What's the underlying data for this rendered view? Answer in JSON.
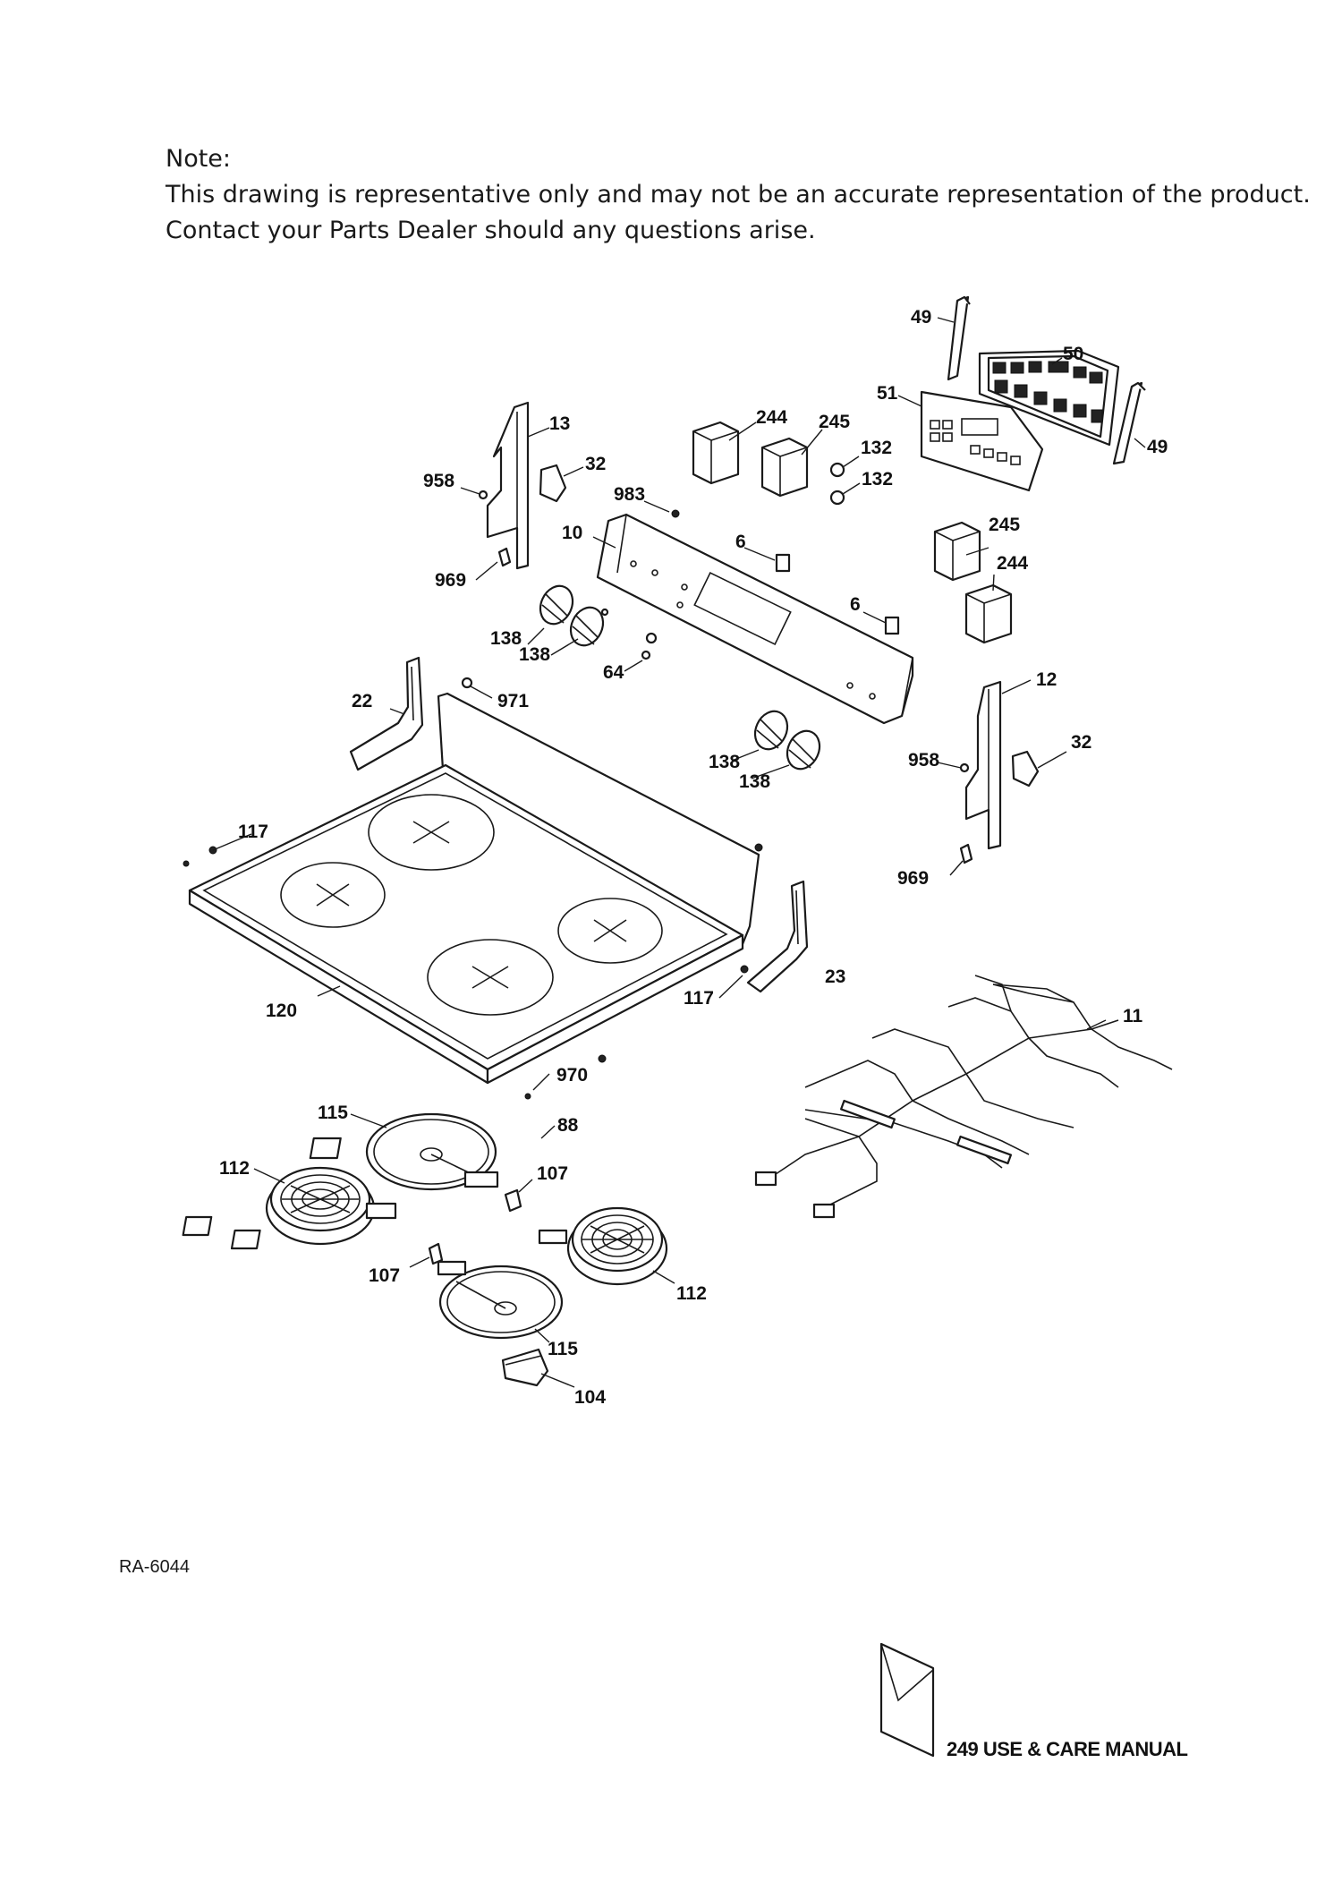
{
  "note": {
    "heading": "Note:",
    "line1": "This drawing is representative only and may not be an accurate representation of the product.",
    "line2": "Contact your Parts Dealer should any questions arise."
  },
  "callouts": {
    "c49a": "49",
    "c50": "50",
    "c51": "51",
    "c49b": "49",
    "c244a": "244",
    "c245a": "245",
    "c132a": "132",
    "c132b": "132",
    "c13": "13",
    "c32a": "32",
    "c958a": "958",
    "c969a": "969",
    "c983": "983",
    "c10": "10",
    "c6a": "6",
    "c6b": "6",
    "c245b": "245",
    "c244b": "244",
    "c138a": "138",
    "c138b": "138",
    "c64": "64",
    "c22": "22",
    "c971": "971",
    "c12": "12",
    "c32b": "32",
    "c958b": "958",
    "c138c": "138",
    "c138d": "138",
    "c117a": "117",
    "c969b": "969",
    "c120": "120",
    "c117b": "117",
    "c23": "23",
    "c11": "11",
    "c970": "970",
    "c115a": "115",
    "c88": "88",
    "c112a": "112",
    "c107a": "107",
    "c107b": "107",
    "c112b": "112",
    "c115b": "115",
    "c104": "104"
  },
  "footer": {
    "drawing_code": "RA-6044",
    "manual_label": "249  USE & CARE MANUAL"
  }
}
